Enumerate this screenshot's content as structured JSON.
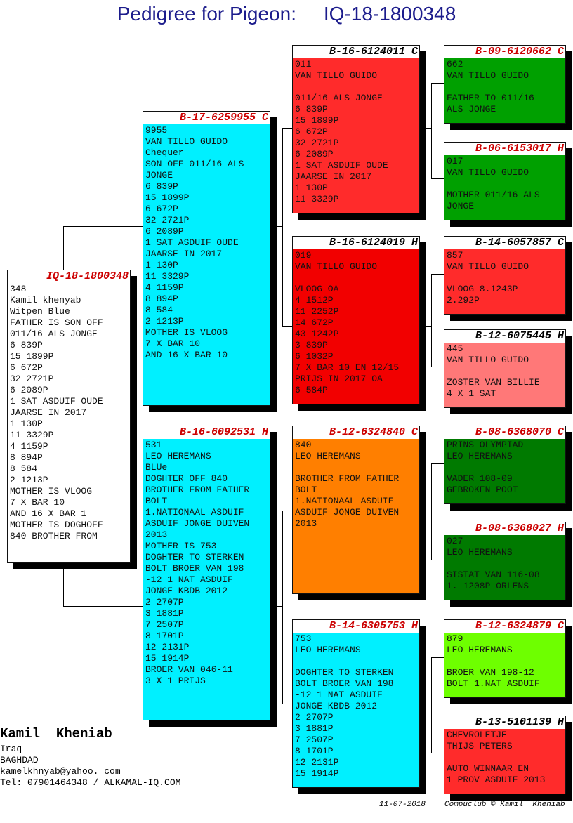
{
  "header": {
    "prefix": "Pedigree for Pigeon:",
    "ring": "IQ-18-1800348"
  },
  "colors": {
    "white": "#ffffff",
    "cyan": "#00f0ff",
    "red": "#ff2b2b",
    "bright_red": "#f20000",
    "green": "#00a000",
    "dark_green": "#007a00",
    "orange": "#ff7f00",
    "pink": "#ff7878",
    "lime": "#6eff00",
    "title_blue": "#1c1c8c"
  },
  "cards": {
    "subject": {
      "ring": "IQ-18-1800348",
      "lines": [
        "348",
        "Kamil khenyab",
        "Witpen Blue",
        "FATHER IS SON OFF",
        "011/16 ALS JONGE",
        "6 839P",
        "15 1899P",
        "6 672P",
        "32 2721P",
        "6 2089P",
        "1 SAT ASDUIF OUDE",
        "JAARSE IN 2017",
        "1 130P",
        "11 3329P",
        "4 1159P",
        "8 894P",
        "8 584",
        "2 1213P",
        "MOTHER IS VLOOG",
        "7 X BAR 10",
        "AND 16 X BAR 1",
        "MOTHER IS DOGHOFF",
        "840 BROTHER FROM"
      ]
    },
    "sire": {
      "ring": "B-17-6259955 C",
      "lines": [
        "9955",
        "VAN TILLO GUIDO",
        "Chequer",
        "SON OFF 011/16 ALS",
        "JONGE",
        "6 839P",
        "15 1899P",
        "6 672P",
        "32 2721P",
        "6 2089P",
        "1 SAT ASDUIF OUDE",
        "JAARSE IN 2017",
        "1 130P",
        "11 3329P",
        "4 1159P",
        "8 894P",
        "8 584",
        "2 1213P",
        "MOTHER IS VLOOG",
        "7 X BAR 10",
        "AND 16 X BAR 10"
      ]
    },
    "dam": {
      "ring": "B-16-6092531 H",
      "lines": [
        "531",
        "LEO HEREMANS",
        "BLUe",
        "DOGHTER OFF 840",
        "BROTHER FROM FATHER",
        "BOLT",
        "1.NATIONAAL ASDUIF",
        "ASDUIF JONGE DUIVEN",
        "2013",
        "MOTHER IS 753",
        "DOGHTER TO STERKEN",
        "BOLT BROER VAN 198",
        "-12 1 NAT ASDUIF",
        "JONGE KBDB 2012",
        "2 2707P",
        "3 1881P",
        "7 2507P",
        "8 1701P",
        "12 2131P",
        "15 1914P",
        "BROER VAN 046-11",
        "3 X 1 PRIJS"
      ]
    },
    "ss": {
      "ring": "B-16-6124011 C",
      "lines": [
        "011",
        "VAN TILLO GUIDO",
        "",
        "011/16 ALS JONGE",
        "6 839P",
        "15 1899P",
        "6 672P",
        "32 2721P",
        "6 2089P",
        "1 SAT ASDUIF OUDE",
        "JAARSE IN 2017",
        "1 130P",
        "11 3329P"
      ]
    },
    "sd": {
      "ring": "B-16-6124019 H",
      "lines": [
        "019",
        "VAN TILLO GUIDO",
        "",
        "VLOOG OA",
        "4 1512P",
        "11 2252P",
        "14 672P",
        "43 1242P",
        "3 839P",
        "6 1032P",
        "7 X BAR 10 EN 12/15",
        "PRIJS IN 2017 OA",
        "6 584P"
      ]
    },
    "ds": {
      "ring": "B-12-6324840 C",
      "lines": [
        "840",
        "LEO HEREMANS",
        "",
        "BROTHER FROM FATHER",
        "BOLT",
        "1.NATIONAAL ASDUIF",
        "ASDUIF JONGE DUIVEN",
        "2013"
      ]
    },
    "dd": {
      "ring": "B-14-6305753 H",
      "lines": [
        "753",
        "LEO HEREMANS",
        "",
        "DOGHTER TO STERKEN",
        "BOLT BROER VAN 198",
        "-12 1 NAT ASDUIF",
        "JONGE KBDB 2012",
        "2 2707P",
        "3 1881P",
        "7 2507P",
        "8 1701P",
        "12 2131P",
        "15 1914P"
      ]
    },
    "sss": {
      "ring": "B-09-6120662 C",
      "lines": [
        "662",
        "VAN TILLO GUIDO",
        "",
        "FATHER TO 011/16",
        "ALS JONGE"
      ]
    },
    "ssd": {
      "ring": "B-06-6153017 H",
      "lines": [
        "017",
        "VAN TILLO GUIDO",
        "",
        "MOTHER 011/16 ALS",
        "JONGE"
      ]
    },
    "sds": {
      "ring": "B-14-6057857 C",
      "lines": [
        "857",
        "VAN TILLO GUIDO",
        "",
        "VLOOG 8.1243P",
        "2.292P"
      ]
    },
    "sdd": {
      "ring": "B-12-6075445 H",
      "lines": [
        "445",
        "VAN TILLO GUIDO",
        "",
        "ZOSTER VAN BILLIE",
        "4 X 1 SAT"
      ]
    },
    "dss": {
      "ring": "B-08-6368070 C",
      "lines": [
        "PRINS OLYMPIAD",
        "LEO HEREMANS",
        "",
        "VADER 108-09",
        "GEBROKEN POOT"
      ]
    },
    "dsd": {
      "ring": "B-08-6368027 H",
      "lines": [
        "027",
        "LEO HEREMANS",
        "",
        "SISTAT VAN 116-08",
        "1. 1208P ORLENS"
      ]
    },
    "dds": {
      "ring": "B-12-6324879 C",
      "lines": [
        "879",
        "LEO HEREMANS",
        "",
        "BROER VAN 198-12",
        "BOLT 1.NAT ASDUIF"
      ]
    },
    "ddd": {
      "ring": "B-13-5101139 H",
      "lines": [
        "CHEVROLETJE",
        "THIJS PETERS",
        "",
        "AUTO WINNAAR EN",
        "1 PROV ASDUIF 2013"
      ]
    }
  },
  "footer": {
    "name": "Kamil  Kheniab",
    "lines": [
      "Iraq",
      "BAGHDAD",
      "kamelkhnyab@yahoo. com",
      "Tel: 07901464348 / ALKAMAL-IQ.COM"
    ],
    "date": "11-07-2018",
    "credit": "Compuclub © Kamil  Kheniab"
  }
}
